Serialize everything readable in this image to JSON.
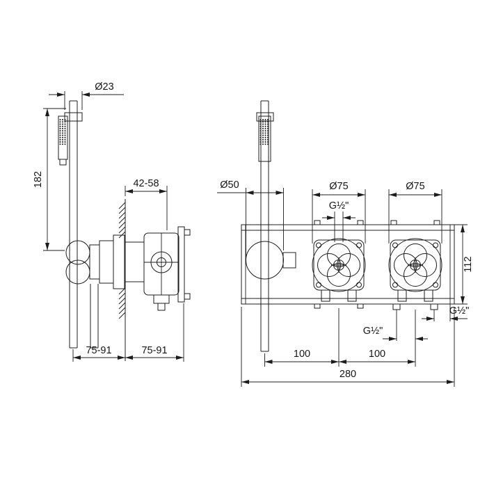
{
  "drawing": {
    "line_color": "#1c1c1c",
    "background": "#ffffff"
  },
  "views": {
    "side_view": {
      "dims": {
        "handshower_diameter": "Ø23",
        "rail_height": "182",
        "wall_depth_range": "42-58",
        "offset_front": "75-91",
        "offset_back": "75-91"
      }
    },
    "front_view": {
      "dims": {
        "holder_diameter": "Ø50",
        "left_valve_diameter": "Ø75",
        "right_valve_diameter": "Ø75",
        "top_connection_thread": "G½\"",
        "body_height": "112",
        "bottom_right_thread": "G½\"",
        "bottom_center_thread": "G½\"",
        "spacing_left": "100",
        "spacing_right": "100",
        "overall_width": "280"
      }
    }
  }
}
